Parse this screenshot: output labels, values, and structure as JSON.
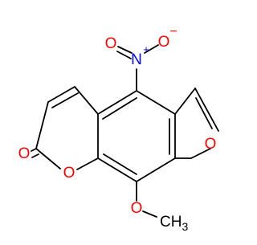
{
  "molecule": {
    "atoms": {
      "nitro_n": "N",
      "nitro_n_charge": "+",
      "nitro_o": "O",
      "nitro_o_charge": "−",
      "carbonyl_o": "O",
      "pyran_o": "O",
      "furan_o": "O",
      "methoxy_o": "O",
      "methyl": "CH",
      "methyl_sub": "3"
    }
  },
  "colors": {
    "bond": "#000000",
    "nitrogen": "#0000ff",
    "oxygen": "#ff0000",
    "carbon_label": "#000000"
  }
}
